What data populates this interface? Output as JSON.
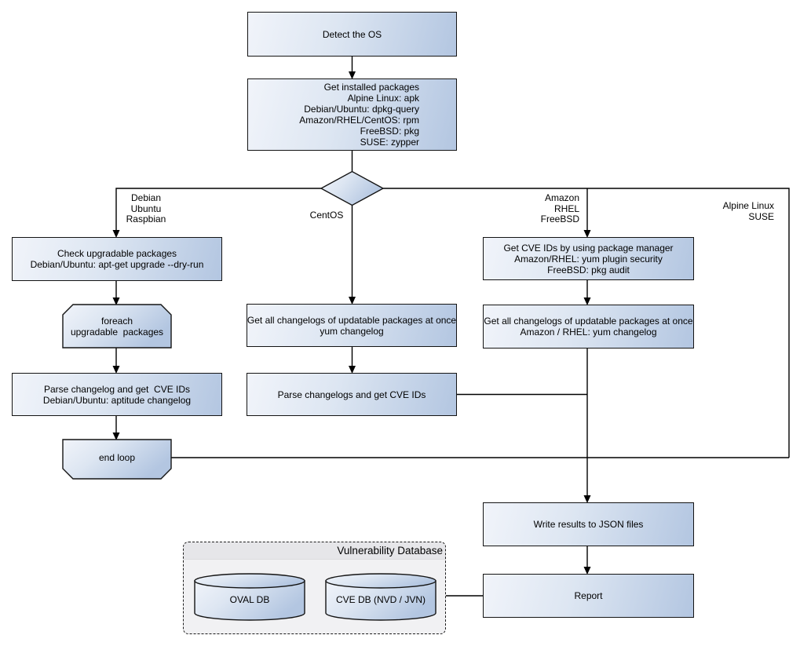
{
  "nodes": {
    "detect_os": "Detect the OS",
    "get_installed_packages": "Get installed packages\nAlpine Linux: apk\nDebian/Ubuntu: dpkg-query\nAmazon/RHEL/CentOS: rpm\nFreeBSD: pkg\nSUSE: zypper",
    "check_upgradable": "Check upgradable packages\nDebian/Ubuntu: apt-get upgrade --dry-run",
    "foreach_loop": "foreach\nupgradable  packages",
    "parse_changelog_debian": "Parse changelog and get  CVE IDs\nDebian/Ubuntu: aptitude changelog",
    "end_loop": "end loop",
    "get_changelogs_centos": "Get all changelogs of updatable packages at once\nyum changelog",
    "parse_changelogs_centos": "Parse changelogs and get CVE IDs",
    "get_cve_ids_pkg_manager": "Get CVE IDs by using package manager\nAmazon/RHEL: yum plugin security\nFreeBSD: pkg audit",
    "get_changelogs_amazon": "Get all changelogs of updatable packages at once\nAmazon / RHEL: yum changelog",
    "write_results": "Write results to JSON files",
    "report": "Report"
  },
  "branch_labels": {
    "debian": "Debian\nUbuntu\nRaspbian",
    "centos": "CentOS",
    "amazon": "Amazon\nRHEL\nFreeBSD",
    "alpine": "Alpine Linux\nSUSE"
  },
  "vulnerability_database": {
    "title": "Vulnerability Database",
    "oval_db": "OVAL DB",
    "cve_db": "CVE DB (NVD / JVN)"
  },
  "colors": {
    "node_fill_light": "#f1f4fa",
    "node_fill_dark": "#b3c6e1",
    "node_border": "#141414",
    "connector": "#000000",
    "group_fill": "#f1f1f3",
    "group_band": "#e6e6e9"
  }
}
